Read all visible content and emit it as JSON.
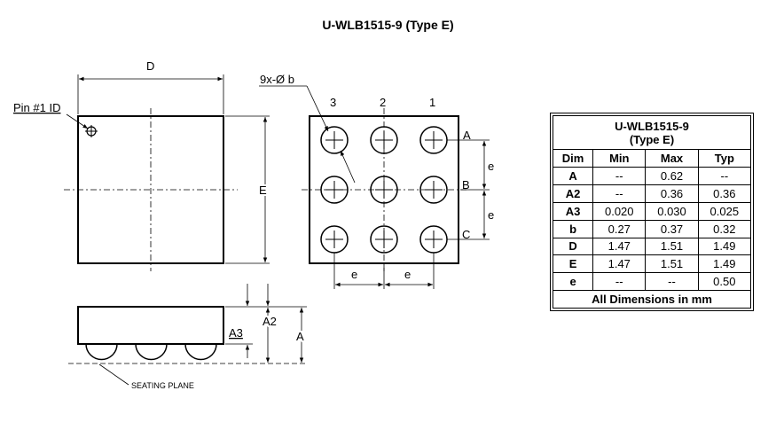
{
  "title": "U-WLB1515-9 (Type E)",
  "labels": {
    "D": "D",
    "E": "E",
    "pin1": "Pin #1  ID",
    "ball_callout": "9x-Ø b",
    "col1": "1",
    "col2": "2",
    "col3": "3",
    "rowA": "A",
    "rowB": "B",
    "rowC": "C",
    "e": "e",
    "A": "A",
    "A2": "A2",
    "A3": "A3",
    "seating_plane": "SEATING PLANE"
  },
  "table": {
    "title_line1": "U-WLB1515-9",
    "title_line2": "(Type E)",
    "headers": [
      "Dim",
      "Min",
      "Max",
      "Typ"
    ],
    "rows": [
      [
        "A",
        "--",
        "0.62",
        "--"
      ],
      [
        "A2",
        "--",
        "0.36",
        "0.36"
      ],
      [
        "A3",
        "0.020",
        "0.030",
        "0.025"
      ],
      [
        "b",
        "0.27",
        "0.37",
        "0.32"
      ],
      [
        "D",
        "1.47",
        "1.51",
        "1.49"
      ],
      [
        "E",
        "1.47",
        "1.51",
        "1.49"
      ],
      [
        "e",
        "--",
        "--",
        "0.50"
      ]
    ],
    "footer": "All Dimensions in mm"
  }
}
